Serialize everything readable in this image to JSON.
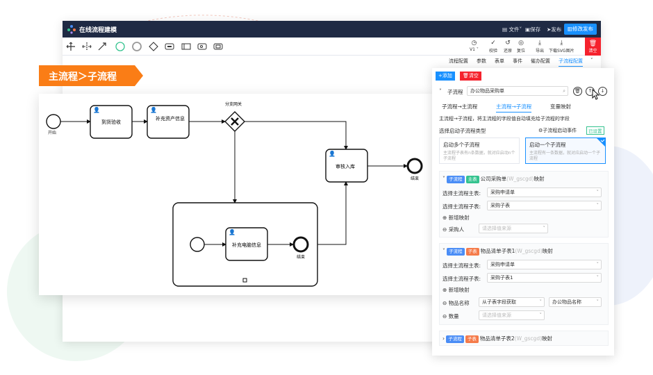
{
  "app": {
    "title": "在线流程建模"
  },
  "titlebar": {
    "file": "文件",
    "save": "保存",
    "publish": "发布",
    "edit_publish": "修改发布"
  },
  "toolbar": {
    "version": "V1",
    "validate": "校验",
    "restore": "还原",
    "reset": "复位",
    "export": "导出",
    "download_svg": "下载SVG图片",
    "clear": "清空"
  },
  "tabs": [
    "流程配置",
    "参数",
    "表单",
    "事件",
    "催办配置",
    "子流程配置"
  ],
  "banner": {
    "text": "主流程＞子流程"
  },
  "diagram": {
    "start": "开始",
    "task1": "到货验收",
    "task2": "补充资产信息",
    "gateway": "分支网关",
    "task3": "审核入库",
    "end": "结束",
    "sub_task": "补充电脑信息",
    "sub_end": "结束"
  },
  "panel": {
    "add": "添加",
    "clear": "清空",
    "subflow_label": "子流程",
    "subflow_value": "办公物品采购单",
    "subtabs": [
      "子流程→主流程",
      "主流程→子流程",
      "变量映射"
    ],
    "desc": "主流程→子流程，将主流程的字段值自动填充给子流程的字段",
    "start_type_label": "选择启动子流程类型",
    "start_event": "子流程启动事件",
    "configured": "已设置",
    "card1_title": "启动多个子流程",
    "card1_desc": "主流程子表有n条数据，就对应启动n个子流程",
    "card2_title": "启动一个子流程",
    "card2_desc": "主流程有一条数据，就对应启动一个子流程",
    "s1": {
      "tag1": "子流程",
      "tag2": "主表",
      "name": "公司采购单",
      "code": "(W_gscgd)",
      "suffix": "映射",
      "main_label": "选择主流程主表:",
      "main_value": "采购申请单",
      "sub_label": "选择主流程子表:",
      "sub_value": "采购子表",
      "add_map": "新增映射",
      "field": "采购人",
      "field_ph": "请选择值来源"
    },
    "s2": {
      "tag1": "子流程",
      "tag2": "子表",
      "name": "物品清单子表1",
      "code": "(W_gscgd)",
      "suffix": "映射",
      "main_label": "选择主流程主表:",
      "main_value": "采购申请单",
      "sub_label": "选择主流程子表:",
      "sub_value": "采购子表1",
      "add_map": "新增映射",
      "field1": "物品名称",
      "field1_src": "从子表字段获取",
      "field1_val": "办公物品名称",
      "field2": "数量",
      "field2_ph": "请选择值来源"
    },
    "s3": {
      "tag1": "子流程",
      "tag2": "子表",
      "name": "物品清单子表2",
      "code": "(W_gscgd)",
      "suffix": "映射"
    }
  },
  "colors": {
    "primary": "#1890ff",
    "danger": "#f5222d",
    "banner": "#fa7d16",
    "titlebar": "#1f2a44"
  }
}
